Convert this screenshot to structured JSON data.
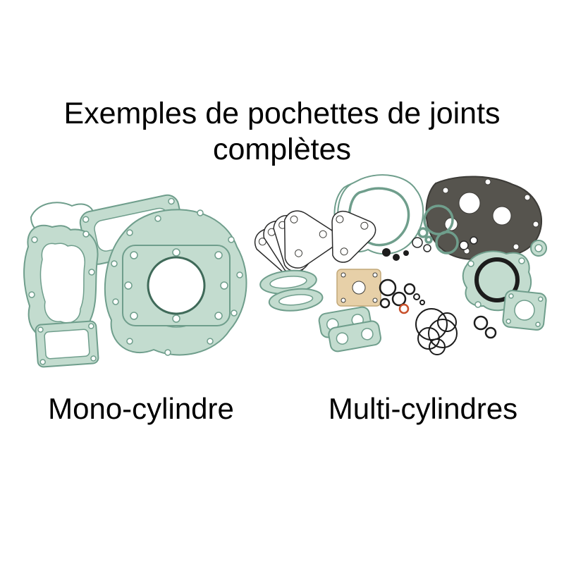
{
  "title": {
    "line1": "Exemples de pochettes de joints",
    "line2": "complètes"
  },
  "captions": {
    "mono": "Mono-cylindre",
    "multi": "Multi-cylindres"
  },
  "illustrations": {
    "mono": "mono-cylinder-complete-gasket-kit",
    "multi": "multi-cylinder-complete-gasket-kit"
  },
  "colors": {
    "text": "#000000",
    "page_bg": "#ffffff",
    "gasket_teal_fill": "#c3dccf",
    "gasket_teal_stroke": "#6f9e8c",
    "gasket_dark": "#56544e",
    "gasket_beige": "#e7d0a8",
    "o_ring_black": "#1c1c1c",
    "o_ring_red": "#c8502a"
  }
}
